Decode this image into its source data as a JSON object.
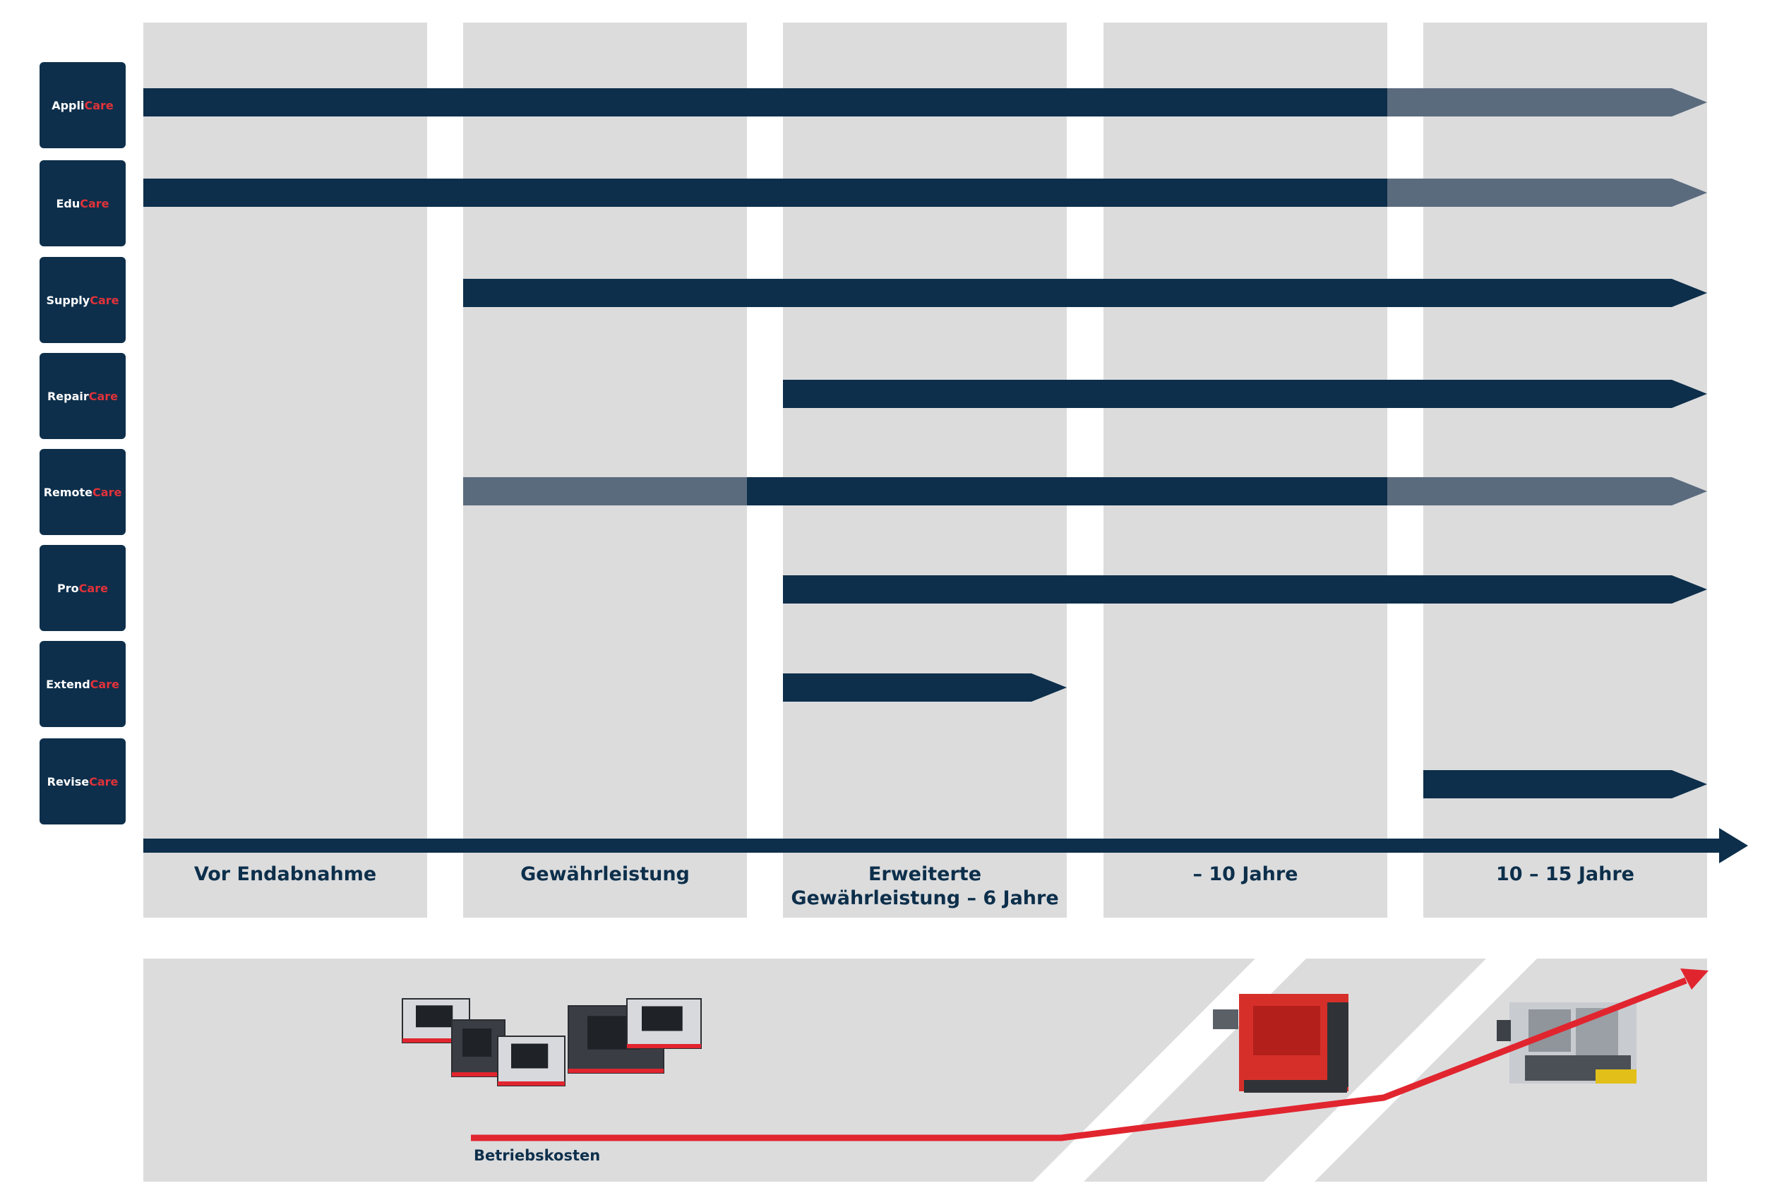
{
  "services": [
    {
      "name": "Appli",
      "suffix": "Care"
    },
    {
      "name": "Edu",
      "suffix": "Care"
    },
    {
      "name": "Supply",
      "suffix": "Care"
    },
    {
      "name": "Repair",
      "suffix": "Care"
    },
    {
      "name": "Remote",
      "suffix": "Care"
    },
    {
      "name": "Pro",
      "suffix": "Care"
    },
    {
      "name": "Extend",
      "suffix": "Care"
    },
    {
      "name": "Revise",
      "suffix": "Care"
    }
  ],
  "phases": [
    {
      "label": "Vor Endabnahme"
    },
    {
      "label": "Gewährleistung"
    },
    {
      "label": "Erweiterte Gewährleistung – 6 Jahre"
    },
    {
      "label": "– 10 Jahre"
    },
    {
      "label": "10 – 15 Jahre"
    }
  ],
  "coverage": [
    [
      {
        "start": 0,
        "end": 4,
        "tone": "full"
      },
      {
        "start": 4,
        "end": 5,
        "tone": "partial"
      }
    ],
    [
      {
        "start": 0,
        "end": 4,
        "tone": "full"
      },
      {
        "start": 4,
        "end": 5,
        "tone": "partial"
      }
    ],
    [
      {
        "start": 1,
        "end": 5,
        "tone": "full"
      }
    ],
    [
      {
        "start": 2,
        "end": 5,
        "tone": "full"
      }
    ],
    [
      {
        "start": 1,
        "end": 2,
        "tone": "partial"
      },
      {
        "start": 2,
        "end": 4,
        "tone": "full"
      },
      {
        "start": 4,
        "end": 5,
        "tone": "partial"
      }
    ],
    [
      {
        "start": 2,
        "end": 5,
        "tone": "full"
      }
    ],
    [
      {
        "start": 2,
        "end": 3,
        "tone": "full"
      }
    ],
    [
      {
        "start": 4,
        "end": 5,
        "tone": "full"
      }
    ]
  ],
  "cost_label": "Betriebskosten",
  "colors": {
    "navy": "#0d2f4b",
    "slate": "#5b6b7e",
    "panel": "#dcdcdd",
    "red": "#e1252f",
    "care_red": "#e1323a"
  },
  "icons": [
    "machine-group-image",
    "red-machine-image",
    "retrofit-machine-image"
  ]
}
